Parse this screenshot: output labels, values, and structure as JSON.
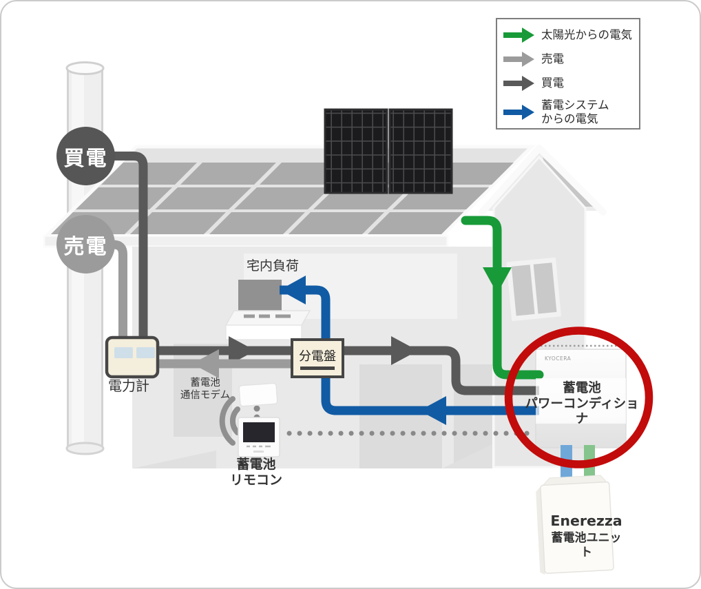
{
  "legend": {
    "items": [
      {
        "id": "solar",
        "label": "太陽光からの電気",
        "color": "#189a38"
      },
      {
        "id": "sell",
        "label": "売電",
        "color": "#9b9b9b"
      },
      {
        "id": "buy",
        "label": "買電",
        "color": "#595959"
      },
      {
        "id": "battery",
        "label": "蓄電システム\nからの電気",
        "color": "#115ba4"
      }
    ]
  },
  "grid": {
    "buy_label": "買電",
    "sell_label": "売電"
  },
  "labels": {
    "meter": "電力計",
    "distribution_board": "分電盤",
    "home_load": "宅内負荷",
    "modem": "蓄電池\n通信モデム",
    "remote": "蓄電池\nリモコン",
    "power_conditioner": "蓄電池\nパワーコンディショナ",
    "battery_unit_name": "Enerezza",
    "battery_unit_type": "蓄電池ユニット",
    "brand": "KYOCERA"
  },
  "flow_colors": {
    "solar": "#189a38",
    "sell": "#9b9b9b",
    "buy": "#595959",
    "battery": "#115ba4",
    "highlight_ring": "#c20b0b"
  }
}
